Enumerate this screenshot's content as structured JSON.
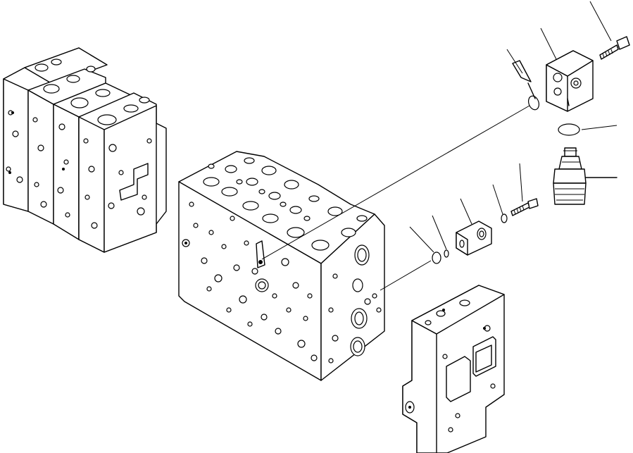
{
  "diagram": {
    "kind": "exploded-parts-view",
    "line_color": "#000000",
    "background": "#ffffff",
    "parts": [
      {
        "id": "stacked-valve-assembly",
        "icon": "valve-block-stack-icon"
      },
      {
        "id": "main-valve-block",
        "icon": "valve-block-icon"
      },
      {
        "id": "end-plate",
        "icon": "valve-end-plate-icon"
      },
      {
        "id": "relief-valve-cartridge",
        "icon": "relief-valve-icon"
      },
      {
        "id": "relief-valve-housing",
        "icon": "valve-housing-icon"
      },
      {
        "id": "housing-bolt",
        "icon": "bolt-icon"
      },
      {
        "id": "housing-o-ring",
        "icon": "o-ring-icon"
      },
      {
        "id": "cartridge-o-ring",
        "icon": "o-ring-icon"
      },
      {
        "id": "small-housing",
        "icon": "valve-housing-icon"
      },
      {
        "id": "small-bolt",
        "icon": "bolt-icon"
      },
      {
        "id": "small-washer",
        "icon": "washer-icon"
      },
      {
        "id": "port-o-ring-large",
        "icon": "o-ring-icon"
      },
      {
        "id": "port-o-ring-small",
        "icon": "o-ring-icon"
      }
    ],
    "labels": []
  }
}
